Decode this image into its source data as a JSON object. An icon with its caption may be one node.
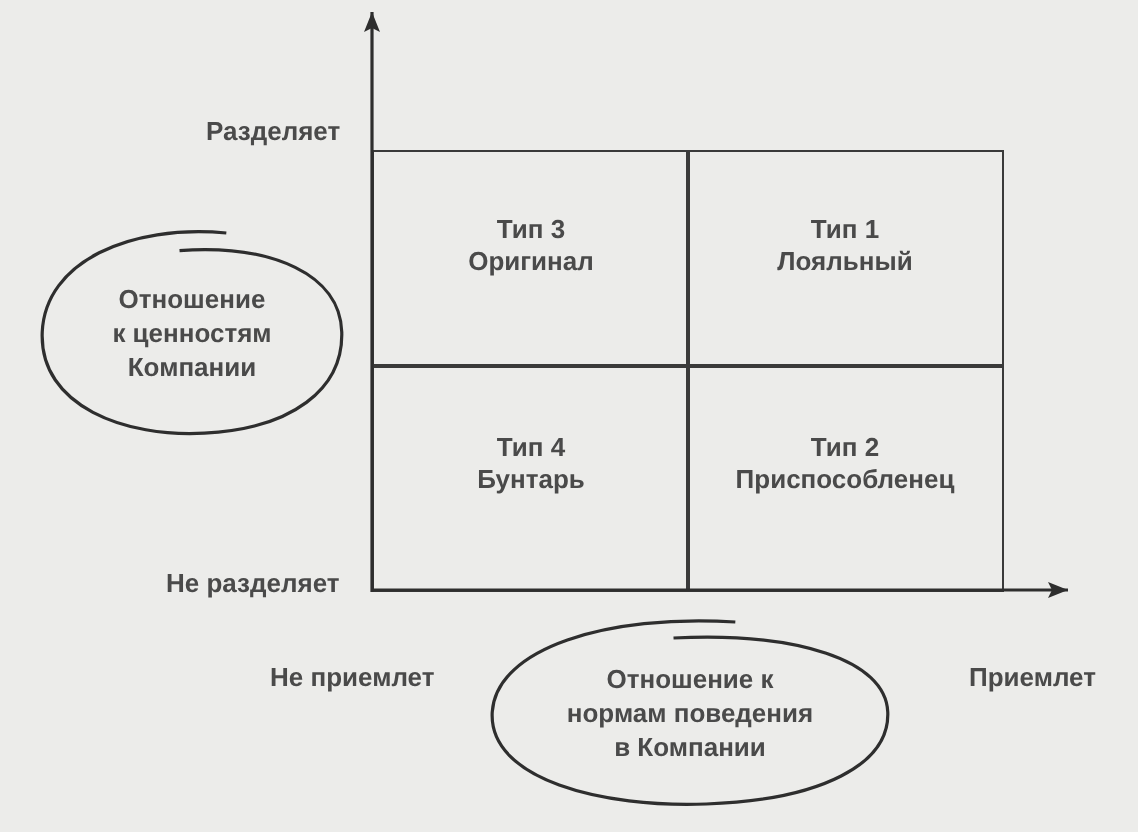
{
  "diagram": {
    "nodes": [
      {
        "text": [
          "Отношение к ценностям Компании"
        ]
      },
      {
        "text": [
          "Тип 3",
          "Оригинал"
        ]
      },
      {
        "text": [
          "Тип 1",
          "Лояльный"
        ]
      },
      {
        "text": [
          "Тип 4",
          "Бунтарь"
        ]
      },
      {
        "text": [
          "Тип 2",
          "Приспособленец"
        ]
      },
      {
        "text": [
          "Отношение к нормам поведения в Компании"
        ]
      }
    ],
    "labels": [
      "Разделяет",
      "Не разделяет",
      "Не приемлет",
      "Приемлет"
    ]
  }
}
